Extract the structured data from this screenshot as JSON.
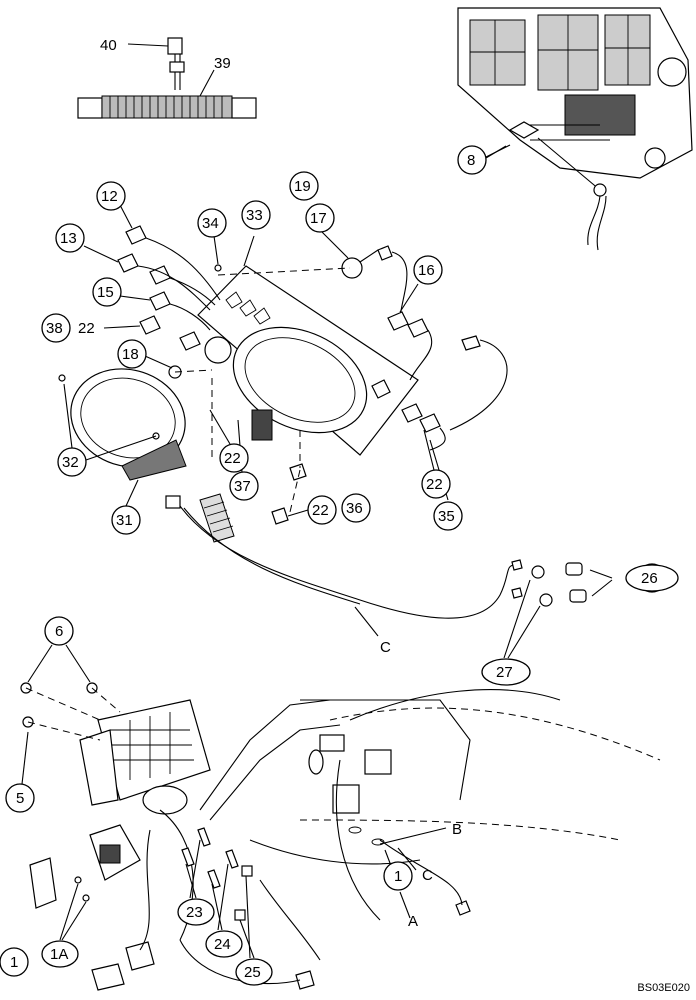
{
  "diagram_code": "BS03E020",
  "callouts": {
    "c40": "40",
    "c39": "39",
    "c8": "8",
    "c12": "12",
    "c13": "13",
    "c15": "15",
    "c38": "38",
    "c22a": "22",
    "c18": "18",
    "c34": "34",
    "c33": "33",
    "c19": "19",
    "c17": "17",
    "c16": "16",
    "c32": "32",
    "c31": "31",
    "c22b": "22",
    "c37": "37",
    "c22c": "22",
    "c36": "36",
    "c22d": "22",
    "c35": "35",
    "c26": "26",
    "c27": "27",
    "c6": "6",
    "c5": "5",
    "c1a": "1",
    "c1b": "1A",
    "c23": "23",
    "c24": "24",
    "c25": "25",
    "c1c": "1"
  },
  "letters": {
    "la": "A",
    "lb": "B",
    "lc1": "C",
    "lc2": "C"
  }
}
